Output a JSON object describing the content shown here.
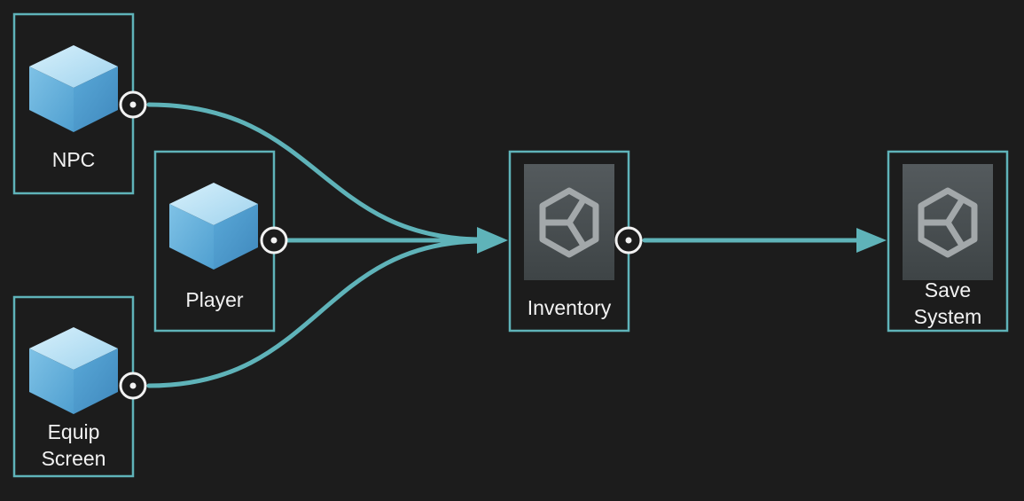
{
  "colors": {
    "background": "#1c1c1c",
    "accent": "#5fb3b9",
    "node_border": "#5fb3b9",
    "label": "#f2f2f2",
    "unity_tile": "#4a5052"
  },
  "nodes": [
    {
      "id": "npc",
      "label_lines": [
        "NPC"
      ],
      "icon": "cube-icon"
    },
    {
      "id": "player",
      "label_lines": [
        "Player"
      ],
      "icon": "cube-icon"
    },
    {
      "id": "equip-screen",
      "label_lines": [
        "Equip",
        "Screen"
      ],
      "icon": "cube-icon"
    },
    {
      "id": "inventory",
      "label_lines": [
        "Inventory"
      ],
      "icon": "unity-logo-icon"
    },
    {
      "id": "save-system",
      "label_lines": [
        "Save",
        "System"
      ],
      "icon": "unity-logo-icon"
    }
  ],
  "connections": [
    {
      "from": "npc",
      "to": "inventory"
    },
    {
      "from": "player",
      "to": "inventory"
    },
    {
      "from": "equip-screen",
      "to": "inventory"
    },
    {
      "from": "inventory",
      "to": "save-system"
    }
  ]
}
